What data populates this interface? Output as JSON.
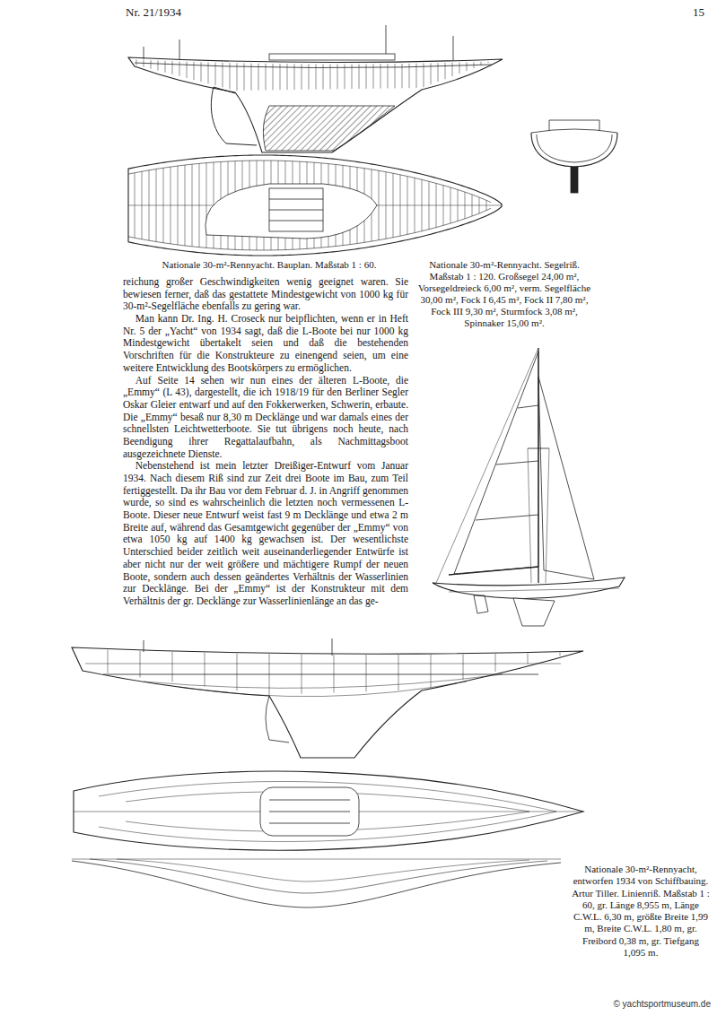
{
  "diagram": {
    "labels": [
      "Nr. 21/1934",
      "15",
      "Nationale 30-m²-Rennyacht. Bauplan. Maßstab 1 : 60.",
      "Nationale 30-m²-Rennyacht. Segelriß. Maßstab 1 : 120. Großsegel 24,00 m², Vorsegeldreieck 6,00 m², verm. Segelfläche 30,00 m², Fock I 6,45 m², Fock II 7,80 m², Fock III 9,30 m², Sturmfock 3,08 m², Spinnaker 15,00 m².",
      "reichung großer Geschwindigkeiten wenig geeignet waren. Sie bewiesen ferner, daß das gestattete Mindestgewicht von 1000 kg für 30-m²-Segelfläche ebenfalls zu gering war.",
      "Man kann Dr. Ing. H. Croseck nur beipflichten, wenn er in Heft Nr. 5 der „Yacht“ von 1934 sagt, daß die L-Boote bei nur 1000 kg Mindestgewicht übertakelt seien und daß die bestehenden Vorschriften für die Konstrukteure zu einengend seien, um eine weitere Entwicklung des Bootskörpers zu ermöglichen.",
      "Auf Seite 14 sehen wir nun eines der älteren L-Boote, die „Emmy“ (L 43), dargestellt, die ich 1918/19 für den Berliner Segler Oskar Gleier entwarf und auf den Fokkerwerken, Schwerin, erbaute. Die „Emmy“ besaß nur 8,30 m Decklänge und war damals eines der schnellsten Leichtwetterboote. Sie tut übrigens noch heute, nach Beendigung ihrer Regattalaufbahn, als Nachmittagsboot ausgezeichnete Dienste.",
      "Nebenstehend ist mein letzter Dreißiger-Entwurf vom Januar 1934. Nach diesem Riß sind zur Zeit drei Boote im Bau, zum Teil fertiggestellt. Da ihr Bau vor dem Februar d. J. in Angriff genommen wurde, so sind es wahrscheinlich die letzten noch vermessenen L-Boote. Dieser neue Entwurf weist fast 9 m Decklänge und etwa 2 m Breite auf, während das Gesamtgewicht gegenüber der „Emmy“ von etwa 1050 kg auf 1400 kg gewachsen ist. Der wesentlichste Unterschied beider zeitlich weit auseinanderliegender Entwürfe ist aber nicht nur der weit größere und mächtigere Rumpf der neuen Boote, sondern auch dessen geändertes Verhältnis der Wasserlinien zur Decklänge. Bei der „Emmy“ ist der Konstrukteur mit dem Verhältnis der gr. Decklänge zur Wasserlinienlänge an das ge-",
      "Nationale 30-m²-Rennyacht, entworfen 1934 von Schiffbauing. Artur Tiller. Linienriß. Maßstab 1 : 60, gr. Länge 8,955 m, Länge C.W.L. 6,30 m, größte Breite 1,99 m, Breite C.W.L. 1,80 m, gr. Freibord 0,38 m, gr. Tiefgang 1,095 m.",
      "© yachtsportmuseum.de"
    ]
  }
}
